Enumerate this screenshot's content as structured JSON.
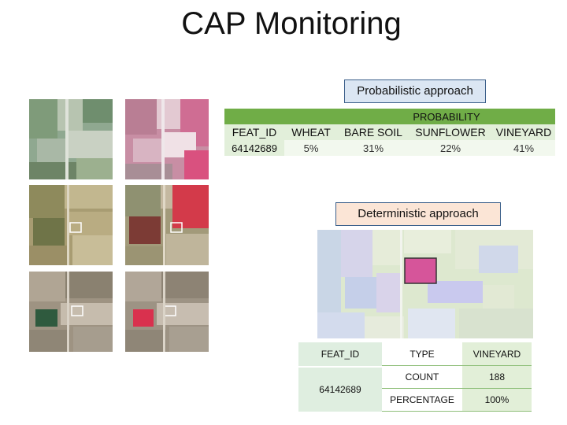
{
  "title": "CAP Monitoring",
  "probabilistic": {
    "label": "Probabilistic approach",
    "group_header": "PROBABILITY",
    "columns": [
      "FEAT_ID",
      "WHEAT",
      "BARE SOIL",
      "SUNFLOWER",
      "VINEYARD"
    ],
    "row": [
      "64142689",
      "5%",
      "31%",
      "22%",
      "41%"
    ]
  },
  "deterministic": {
    "label": "Deterministic approach",
    "feat_id_header": "FEAT_ID",
    "feat_id_value": "64142689",
    "rows": [
      {
        "key": "TYPE",
        "value": "VINEYARD"
      },
      {
        "key": "COUNT",
        "value": "188"
      },
      {
        "key": "PERCENTAGE",
        "value": "100%"
      }
    ]
  },
  "colors": {
    "table_header_green": "#70ad47",
    "callout_blue": "#dbe6f3",
    "callout_orange": "#fbe5d6",
    "parcel_magenta": "#d6559a"
  }
}
